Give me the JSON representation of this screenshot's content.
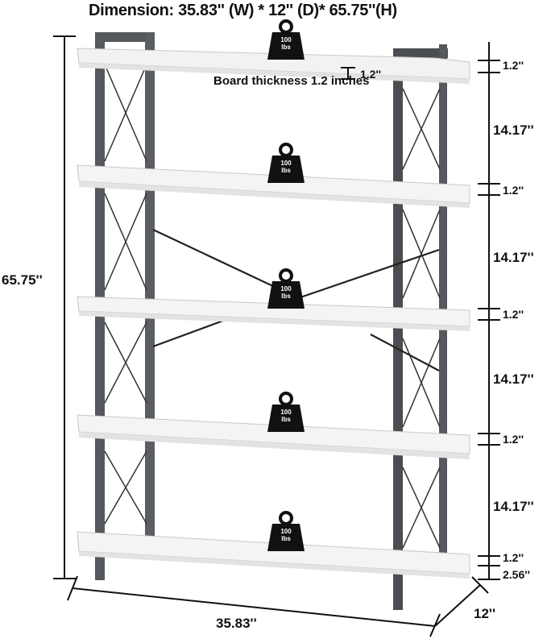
{
  "title": "Dimension: 35.83'' (W) * 12'' (D)* 65.75''(H)",
  "board_note": "Board thickness 1.2 inches",
  "board_note_dim": "1.2''",
  "height_total": "65.75''",
  "width_total": "35.83''",
  "depth_total": "12''",
  "right_dims": [
    "1.2''",
    "14.17''",
    "1.2''",
    "14.17''",
    "1.2''",
    "14.17''",
    "1.2''",
    "14.17''",
    "1.2''",
    "2.56''"
  ],
  "weight_badge": {
    "value": "100",
    "unit": "lbs"
  },
  "colors": {
    "frame": "#4a4d52",
    "board": "#f4f4f4",
    "line": "#111111"
  }
}
